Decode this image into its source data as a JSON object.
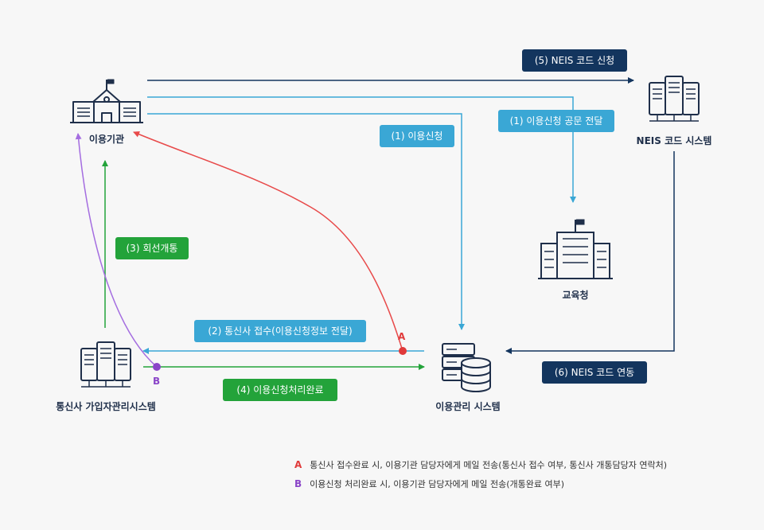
{
  "nodes": {
    "user_org": "이용기관",
    "neis": "NEIS 코드 시스템",
    "edu_office": "교육청",
    "telecom": "통신사 가입자관리시스템",
    "manage": "이용관리 시스템"
  },
  "steps": {
    "s1": "(1) 이용신청",
    "s1b": "(1) 이용신청 공문 전달",
    "s2": "(2) 통신사 접수(이용신청정보 전달)",
    "s3": "(3) 회선개통",
    "s4": "(4) 이용신청처리완료",
    "s5": "(5) NEIS 코드 신청",
    "s6": "(6) NEIS 코드 연동"
  },
  "markers": {
    "a": "A",
    "b": "B"
  },
  "legend": [
    {
      "key": "A",
      "text": "통신사 접수완료 시, 이용기관 담당자에게 메일 전송(통신사 접수 여부, 통신사 개통담당자 연락처)"
    },
    {
      "key": "B",
      "text": "이용신청 처리완료 시, 이용기관 담당자에게 메일 전송(개통완료 여부)"
    }
  ],
  "colors": {
    "navy": "#13355e",
    "blue": "#3aa7d5",
    "green": "#23a33a",
    "red": "#e84a4a",
    "purple": "#a46de0",
    "marker_a": "#e03a3a",
    "marker_b": "#8a45c8"
  }
}
